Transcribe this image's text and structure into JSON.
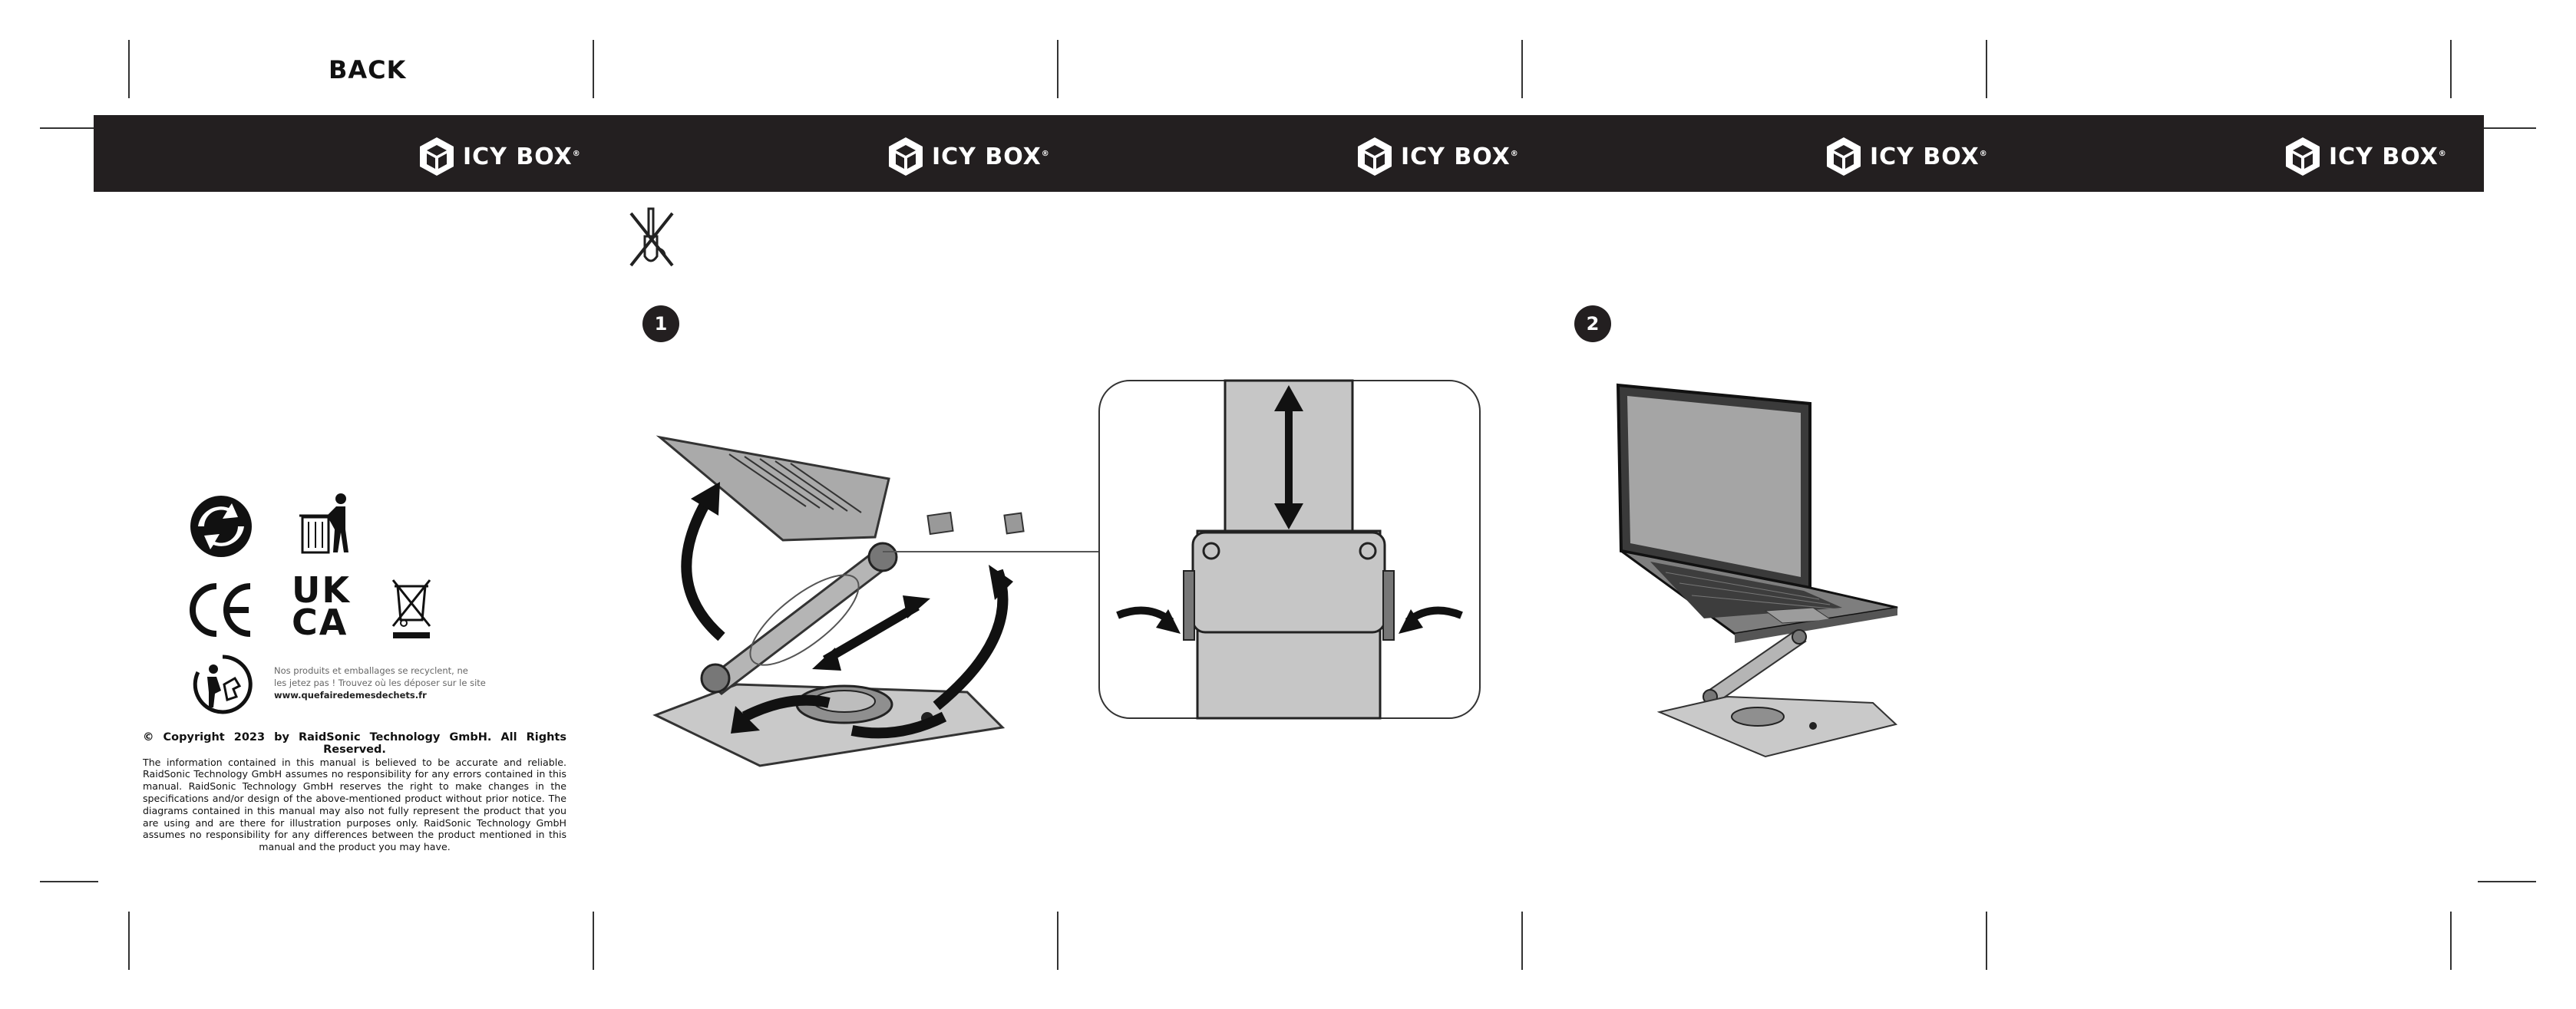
{
  "page": {
    "back_label": "BACK"
  },
  "brand": {
    "name": "ICY BOX",
    "reg": "®",
    "band_color": "#231f20"
  },
  "steps": {
    "one": "1",
    "two": "2"
  },
  "markings": {
    "ce": "CE",
    "ukca_top": "UK",
    "ukca_bottom": "CA"
  },
  "recycling": {
    "line1": "Nos produits et emballages se recyclent, ne",
    "line2": "les jetez pas ! Trouvez où les déposer sur le site",
    "url": "www.quefairedemesdechets.fr"
  },
  "copyright": {
    "heading": "© Copyright 2023 by RaidSonic Technology GmbH. All Rights Reserved.",
    "body": "The information contained in this manual is believed to be accurate and reliable. RaidSonic Technology GmbH assumes no responsibility for any errors contained in this manual. RaidSonic Technology GmbH reserves the right to make changes in the specifications and/or design of the above-mentioned product without prior notice. The diagrams contained in this manual may also not fully represent the product that you are using and are there for illustration purposes only. RaidSonic Technology GmbH assumes no responsibility for any differences between the product mentioned in this manual and the product you may have."
  },
  "icons": [
    "icy-box-logo-icon",
    "no-tools-icon",
    "green-dot-icon",
    "waste-bin-person-icon",
    "weee-crossed-bin-icon",
    "triman-icon",
    "height-arrow-icon",
    "rotate-arrow-icon"
  ]
}
